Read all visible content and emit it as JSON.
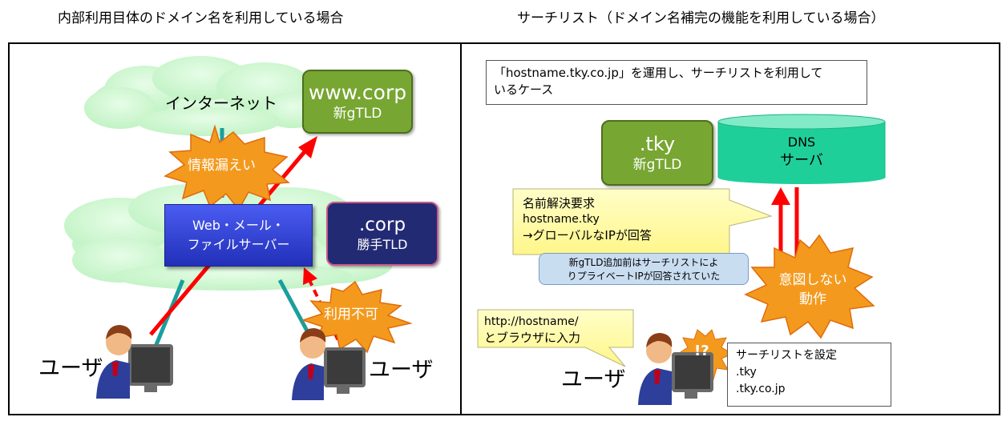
{
  "headings": {
    "left": "内部利用目体のドメイン名を利用している場合",
    "right": "サーチリスト（ドメイン名補完の機能を利用している場合）"
  },
  "left_panel": {
    "internet_label": "インターネット",
    "www_corp": {
      "line1": "www.corp",
      "line2": "新gTLD"
    },
    "leak_burst": "情報漏えい",
    "server": {
      "line1": "Web・メール・",
      "line2": "ファイルサーバー"
    },
    "corp_box": {
      "line1": ".corp",
      "line2": "勝手TLD"
    },
    "unusable_burst": "利用不可",
    "user_left": "ユーザ",
    "user_right": "ユーザ"
  },
  "right_panel": {
    "scenario_note": {
      "line1": "「hostname.tky.co.jp」を運用し、サーチリストを利用して",
      "line2": "いるケース"
    },
    "tky_box": {
      "line1": ".tky",
      "line2": "新gTLD"
    },
    "dns": {
      "line1": "DNS",
      "line2": "サーバ"
    },
    "query_callout": {
      "line1": "名前解決要求",
      "line2": "hostname.tky",
      "line3": "→グローバルなIPが回答"
    },
    "before_note": {
      "line1": "新gTLD追加前はサーチリストによ",
      "line2": "りプライベートIPが回答されていた"
    },
    "unintended_burst": {
      "line1": "意図しない",
      "line2": "動作"
    },
    "browser_callout": {
      "line1": "http://hostname/",
      "line2": "とブラウザに入力"
    },
    "question_mark": "!?",
    "user_label": "ユーザ",
    "searchlist_note": {
      "line1": "サーチリストを設定",
      "line2": ".tky",
      "line3": ".tky.co.jp"
    }
  },
  "colors": {
    "green": "#77a632",
    "navy": "#232a74",
    "server_blue": "#2f3fd0",
    "cloud": "#cdf7cf",
    "dns_teal": "#1fcf9a",
    "burst_orange": "#f39a1e",
    "arrow_red": "#ff0000",
    "callout_yellow": "#fffca0",
    "note_blue": "#c9ddf1",
    "link_teal": "#1a9e9e"
  }
}
